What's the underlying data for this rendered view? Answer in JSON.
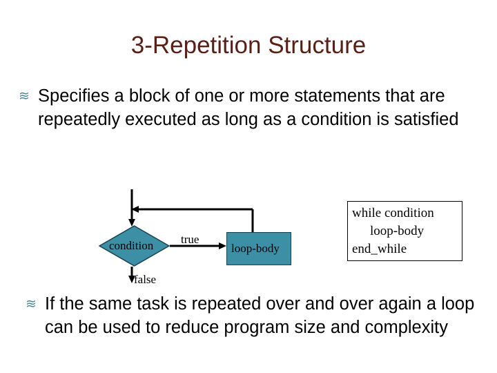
{
  "slide": {
    "title": "3-Repetition Structure",
    "background_color": "#ffffff",
    "title_color": "#5a2018",
    "accent_color": "#3d8fa5",
    "bullet_glyph": "≋",
    "bullet_glyph_color": "#4a8a96"
  },
  "bullets": [
    {
      "marker": "≋",
      "text": "Specifies a block of one or more statements that are repeatedly executed as long as a condition is satisfied"
    },
    {
      "marker": "≋",
      "text": "If the same task is repeated over and over again a loop can be used to reduce program size and complexity"
    }
  ],
  "flowchart": {
    "condition_label": "condition",
    "loop_body_label": "loop-body",
    "true_label": "true",
    "false_label": "false",
    "shape_fill": "#3d8fa5",
    "shape_stroke": "#18414c",
    "connector_color": "#000000"
  },
  "pseudocode": {
    "lines": [
      "while condition",
      "loop-body",
      "end_while"
    ],
    "line_1": "while condition",
    "line_2": "loop-body",
    "line_3": "end_while"
  }
}
